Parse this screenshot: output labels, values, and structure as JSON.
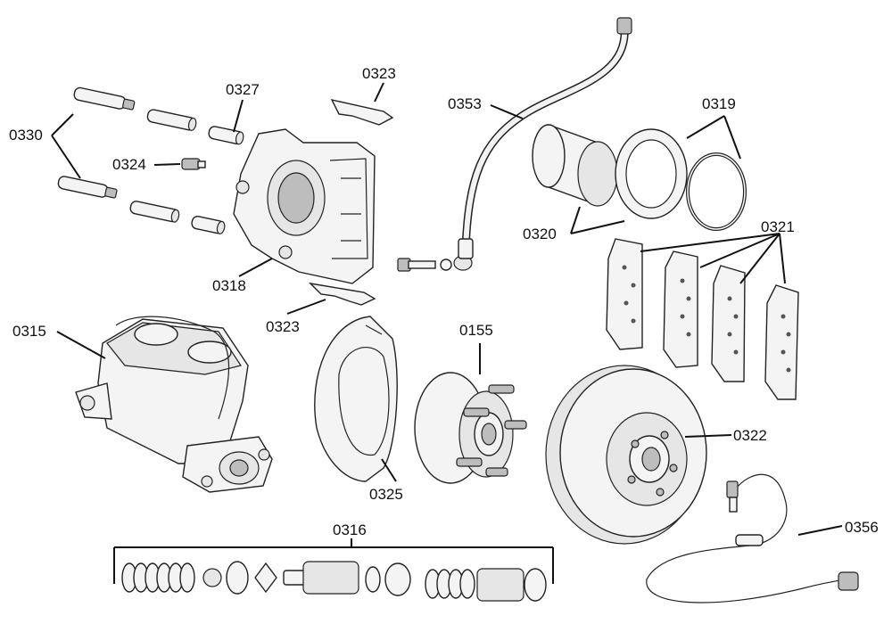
{
  "labels": {
    "l0330": "0330",
    "l0327": "0327",
    "l0323a": "0323",
    "l0353": "0353",
    "l0319": "0319",
    "l0324": "0324",
    "l0320": "0320",
    "l0321": "0321",
    "l0318": "0318",
    "l0323b": "0323",
    "l0315": "0315",
    "l0155": "0155",
    "l0322": "0322",
    "l0325": "0325",
    "l0356": "0356",
    "l0316": "0316"
  }
}
